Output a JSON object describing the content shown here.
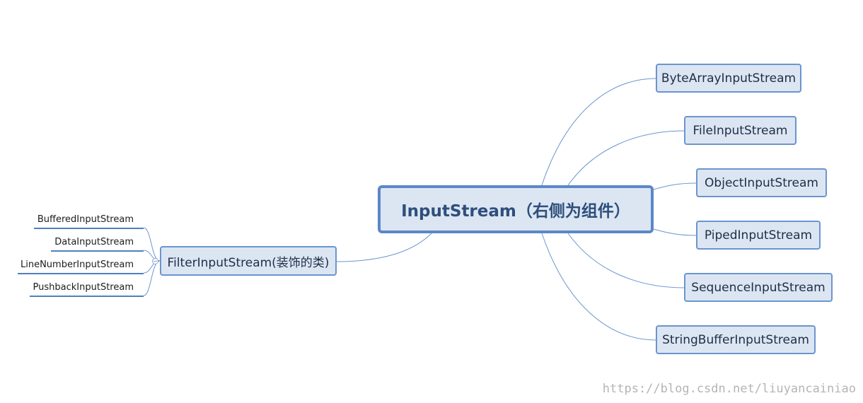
{
  "root": {
    "label": "InputStream（右侧为组件）"
  },
  "components": [
    "ByteArrayInputStream",
    "FileInputStream",
    "ObjectInputStream",
    "PipedInputStream",
    "SequenceInputStream",
    "StringBufferInputStream"
  ],
  "filter": {
    "label": "FilterInputStream(装饰的类)",
    "children": [
      "BufferedInputStream",
      "DataInputStream",
      "LineNumberInputStream",
      "PushbackInputStream"
    ]
  },
  "watermark": "https://blog.csdn.net/liuyancainiao",
  "colors": {
    "node_fill": "#dce6f2",
    "node_border": "#6b95cf",
    "connector": "#6b95cf",
    "root_text": "#2e4f7d"
  }
}
